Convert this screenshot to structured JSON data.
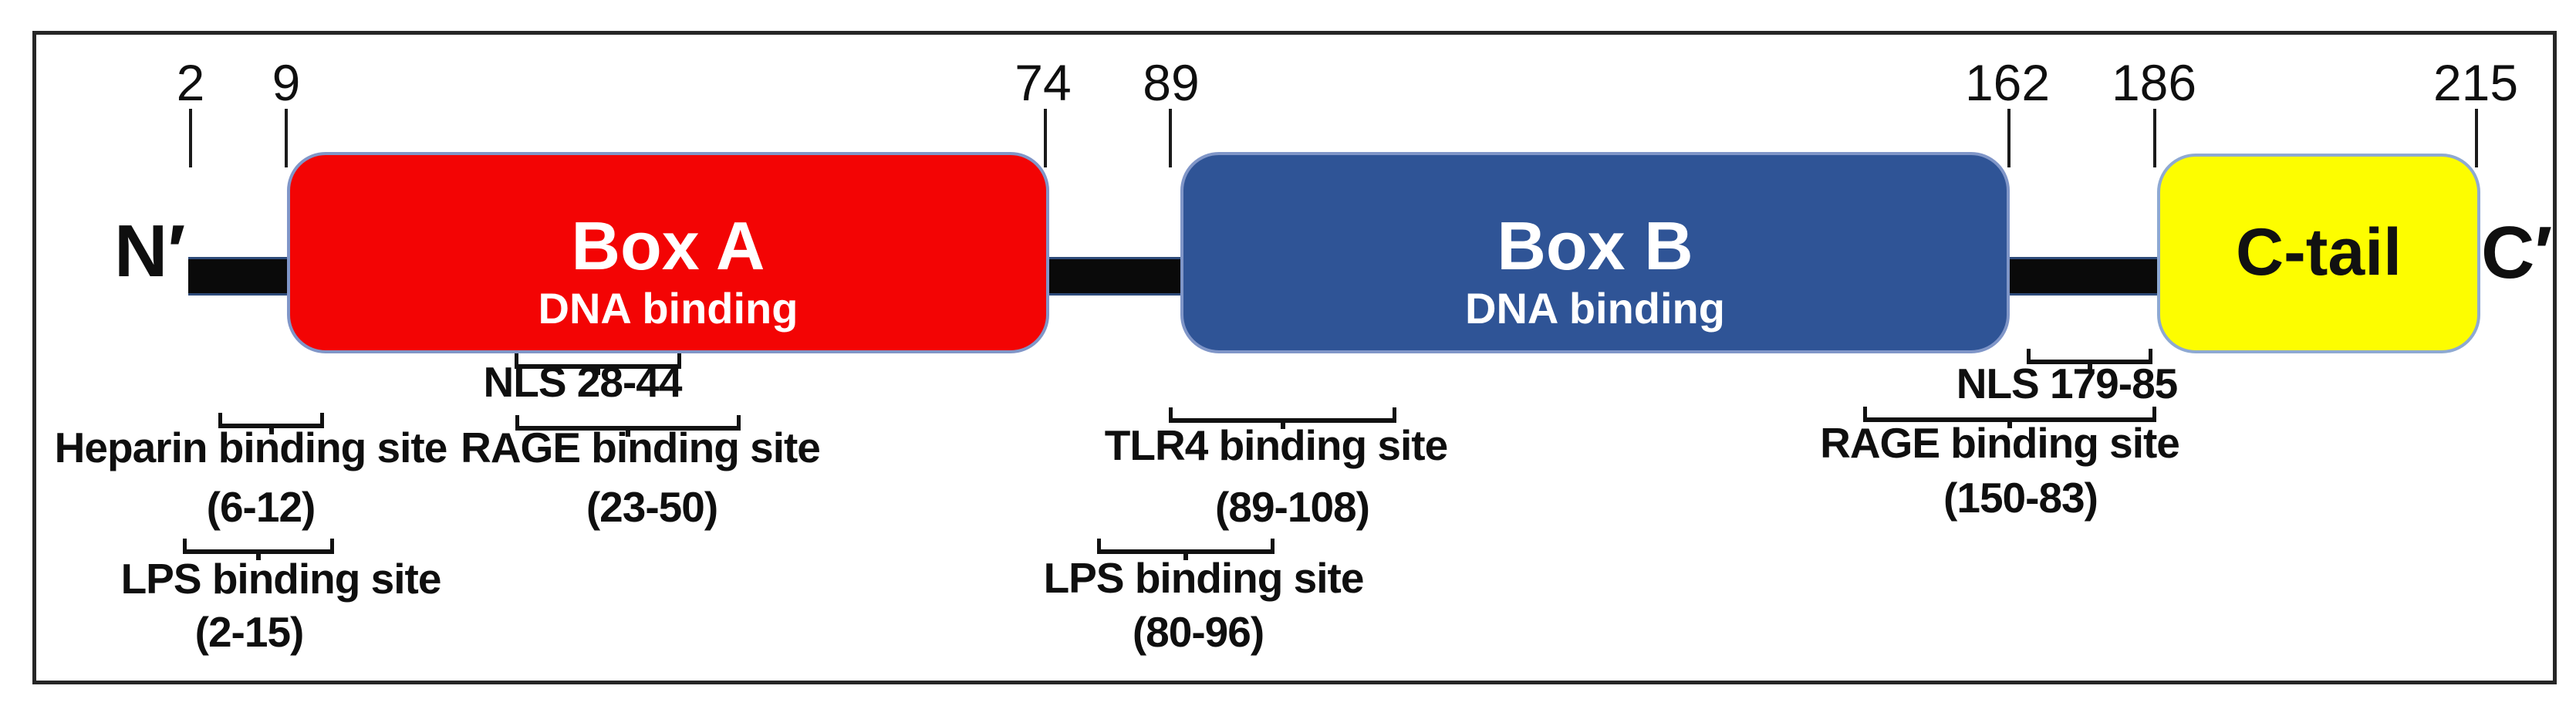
{
  "figure": {
    "terminals": {
      "n": "N′",
      "c": "C′"
    },
    "residue_markers": [
      "2",
      "9",
      "74",
      "89",
      "162",
      "186",
      "215"
    ],
    "domains": [
      {
        "name": "Box A",
        "subtitle": "DNA binding",
        "fill": "#f30404",
        "text_color": "#ffffff"
      },
      {
        "name": "Box B",
        "subtitle": "DNA binding",
        "fill": "#2f5496",
        "text_color": "#ffffff"
      },
      {
        "name": "C-tail",
        "subtitle": "",
        "fill": "#fdfd00",
        "text_color": "#111111"
      }
    ],
    "binding_sites": [
      {
        "label": "NLS 28-44",
        "range": ""
      },
      {
        "label": "Heparin binding site",
        "range": "(6-12)"
      },
      {
        "label": "RAGE binding site",
        "range": "(23-50)"
      },
      {
        "label": "LPS binding site",
        "range": "(2-15)"
      },
      {
        "label": "TLR4 binding site",
        "range": "(89-108)"
      },
      {
        "label": "LPS binding site",
        "range": "(80-96)"
      },
      {
        "label": "NLS 179-85",
        "range": ""
      },
      {
        "label": "RAGE binding site",
        "range": "(150-83)"
      }
    ],
    "colors": {
      "backbone": "#0a0a0a",
      "box_a": "#f30404",
      "box_b": "#2f5496",
      "c_tail": "#fdfd00",
      "box_border": "#8096c8",
      "frame_border": "#262626",
      "annotation": "#111111"
    }
  }
}
